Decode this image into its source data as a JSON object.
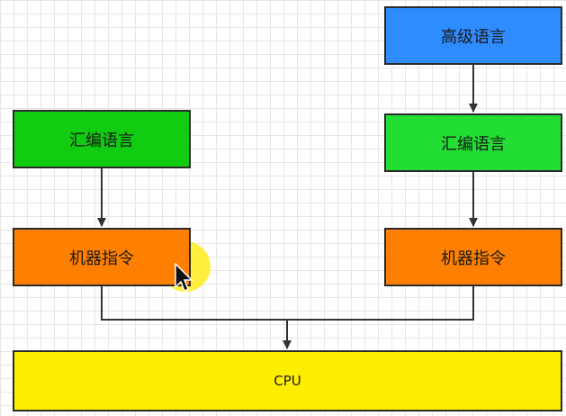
{
  "nodes": {
    "high_level": {
      "label": "高级语言",
      "color": "#2f8cff"
    },
    "asm_left": {
      "label": "汇编语言",
      "color": "#11cc11"
    },
    "asm_right": {
      "label": "汇编语言",
      "color": "#22dd33"
    },
    "mc_left": {
      "label": "机器指令",
      "color": "#ff8000"
    },
    "mc_right": {
      "label": "机器指令",
      "color": "#ff8000"
    },
    "cpu": {
      "label": "CPU",
      "color": "#ffee00"
    }
  },
  "edges": [
    [
      "high_level",
      "asm_right"
    ],
    [
      "asm_right",
      "mc_right"
    ],
    [
      "asm_left",
      "mc_left"
    ],
    [
      "mc_left",
      "cpu"
    ],
    [
      "mc_right",
      "cpu"
    ]
  ],
  "colors": {
    "line": "#333333",
    "cursor_highlight": "#ffeb00"
  },
  "icons": {
    "cursor": "mouse-pointer-icon"
  }
}
